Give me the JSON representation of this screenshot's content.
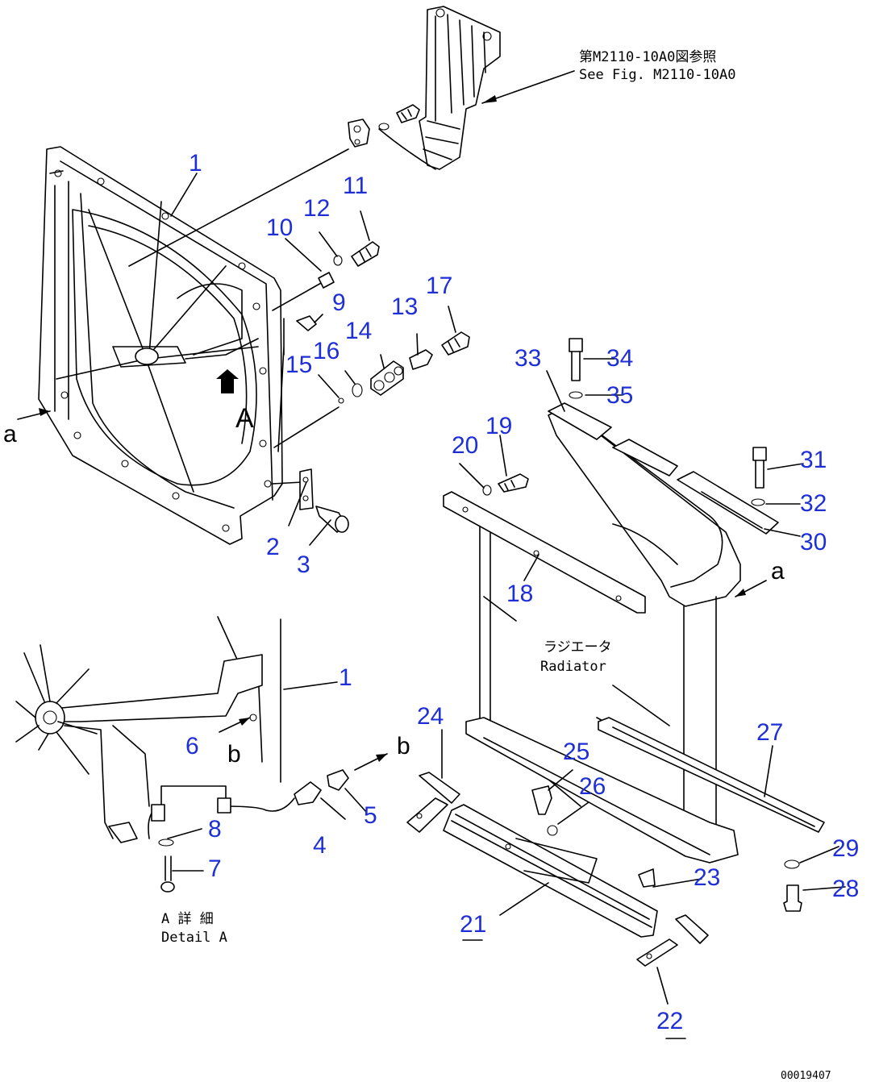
{
  "reference": {
    "jp": "第M2110-10A0図参照",
    "en": "See Fig. M2110-10A0"
  },
  "parts": [
    "1",
    "2",
    "3",
    "4",
    "5",
    "6",
    "7",
    "8",
    "9",
    "10",
    "11",
    "12",
    "13",
    "14",
    "15",
    "16",
    "17",
    "18",
    "19",
    "20",
    "21",
    "22",
    "23",
    "24",
    "25",
    "26",
    "27",
    "28",
    "29",
    "30",
    "31",
    "32",
    "33",
    "34",
    "35"
  ],
  "detail_part_1": "1",
  "letters": {
    "a": "a",
    "b": "b",
    "A": "A"
  },
  "radiator": {
    "jp": "ラジエータ",
    "en": "Radiator"
  },
  "detail": {
    "jp": "A 詳 細",
    "en": "Detail A"
  },
  "image_id": "00019407"
}
